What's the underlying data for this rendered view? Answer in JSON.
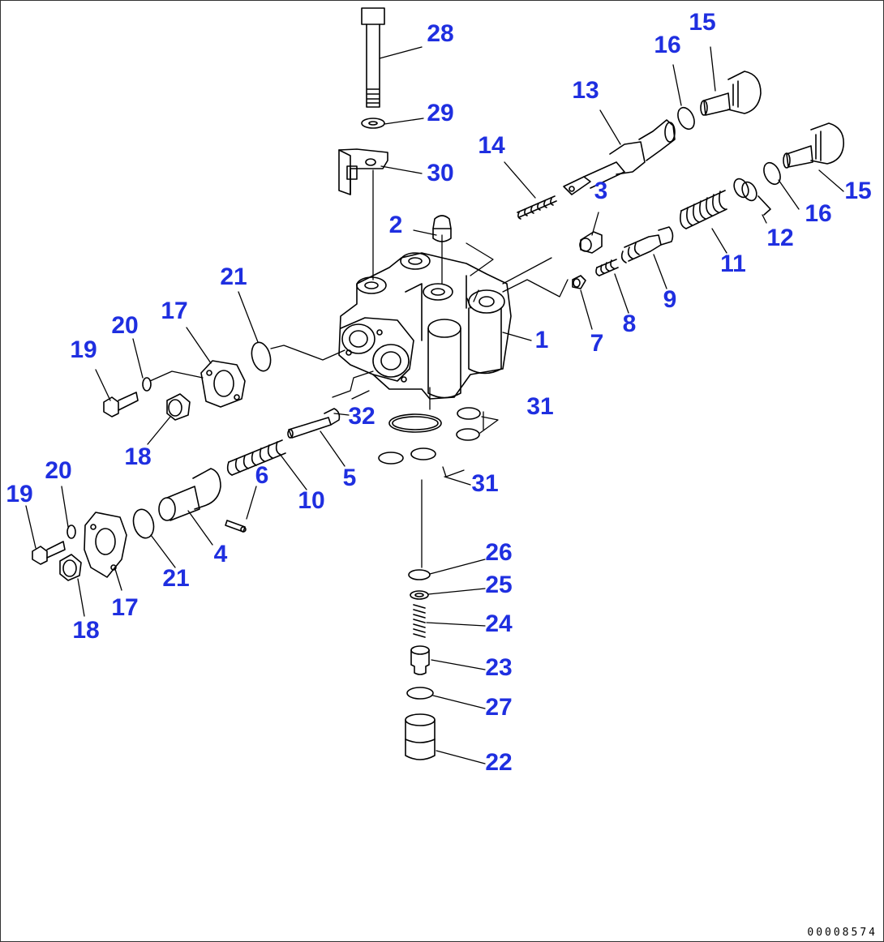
{
  "colors": {
    "label": "#1f2fe0",
    "line": "#000000",
    "background": "#ffffff"
  },
  "drawing_number": "00008574",
  "callouts": [
    "28",
    "29",
    "30",
    "2",
    "3",
    "14",
    "13",
    "16",
    "15",
    "16",
    "15",
    "12",
    "11",
    "9",
    "8",
    "7",
    "1",
    "21",
    "17",
    "20",
    "19",
    "18",
    "32",
    "31",
    "31",
    "5",
    "6",
    "10",
    "4",
    "21",
    "17",
    "18",
    "20",
    "19",
    "26",
    "25",
    "24",
    "23",
    "27",
    "22"
  ]
}
